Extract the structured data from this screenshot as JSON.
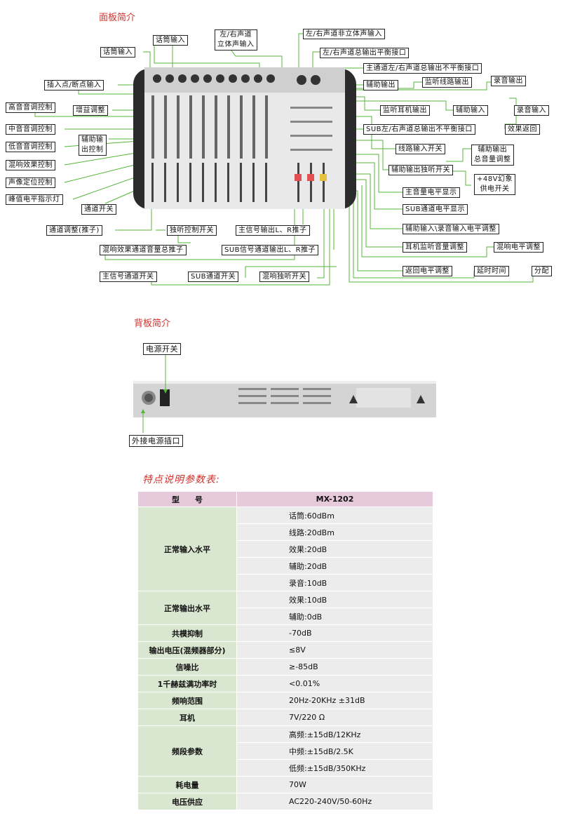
{
  "sections": {
    "front_title": "面板简介",
    "back_title": "背板简介",
    "table_title": "特点说明参数表:"
  },
  "front_labels": {
    "mic_input_left": "话筒输入",
    "mic_input_top": "话筒输入",
    "stereo_in_lr": "左/右声道\n立体声输入",
    "lr_mono_in": "左/右声道非立体声输入",
    "insert": "插入点/断点输入",
    "lr_bal_out": "左/右声道总输出平衡接口",
    "main_lr_unbal_out": "主通道左/右声道总输出不平衡接口",
    "aux_out": "辅助输出",
    "monitor_line_out": "监听线路输出",
    "rec_out": "录音输出",
    "treble": "高音音调控制",
    "gain": "增益调整",
    "rec_in": "录音输入",
    "mid": "中音音调控制",
    "monitor_phone_out": "监听耳机输出",
    "aux_in": "辅助输入",
    "bass": "低音音调控制",
    "aux_ctrl": "辅助输\n出控制",
    "sub_lr_unbal_out": "SUB左/右声道总输出不平衡接口",
    "fx_return": "效果返回",
    "reverb_ctrl": "混响效果控制",
    "line_in_switch": "线路输入开关",
    "aux_out_master": "辅助输出\n总音量调整",
    "pan": "声像定位控制",
    "aux_solo": "辅助输出独听开关",
    "phantom": "+48V幻象\n供电开关",
    "peak_led": "峰值电平指示灯",
    "main_meter": "主音量电平显示",
    "ch_switch": "通道开关",
    "sub_meter": "SUB通道电平显示",
    "ch_fader": "通道调整(推子)",
    "solo": "独听控制开关",
    "main_lr_fader": "主信号输出L、R推子",
    "aux_rec_level": "辅助输入\\录音输入电平调整",
    "phone_vol": "耳机监听音量调整",
    "reverb_master": "混响效果通道音量总推子",
    "sub_lr_fader": "SUB信号通道输出L、R推子",
    "reverb_level": "混响电平调整",
    "return_level": "返回电平调整",
    "main_switch": "主信号通道开关",
    "sub_switch": "SUB通道开关",
    "reverb_solo": "混响独听开关",
    "delay": "延时时间",
    "split": "分配"
  },
  "back_labels": {
    "power_switch": "电源开关",
    "power_socket": "外接电源插口"
  },
  "table": {
    "header": [
      "型　　号",
      "MX-1202"
    ],
    "rows": [
      {
        "name": "正常输入水平",
        "values": [
          "话筒:60dBm",
          "线路:20dBm",
          "效果:20dB",
          "辅助:20dB",
          "录音:10dB"
        ]
      },
      {
        "name": "正常输出水平",
        "values": [
          "效果:10dB",
          "辅助:0dB"
        ]
      },
      {
        "name": "共模抑制",
        "values": [
          "-70dB"
        ]
      },
      {
        "name": "输出电压(混频器部分)",
        "values": [
          "≤8V"
        ]
      },
      {
        "name": "信噪比",
        "values": [
          "≥-85dB"
        ]
      },
      {
        "name": "1千赫兹满功率时",
        "values": [
          "<0.01%"
        ]
      },
      {
        "name": "频响范围",
        "values": [
          "20Hz-20KHz ±31dB"
        ]
      },
      {
        "name": "耳机",
        "values": [
          "7V/220 Ω"
        ]
      },
      {
        "name": "频段参数",
        "values": [
          "高频:±15dB/12KHz",
          "中频:±15dB/2.5K",
          "低频:±15dB/350KHz"
        ]
      },
      {
        "name": "耗电量",
        "values": [
          "70W"
        ]
      },
      {
        "name": "电压供应",
        "values": [
          "AC220-240V/50-60Hz"
        ]
      }
    ]
  },
  "colors": {
    "heading": "#d0312d",
    "arrow": "#55b53a",
    "table_header": "#e7c9dc",
    "table_name": "#d9e6d0",
    "table_value": "#ececec"
  }
}
